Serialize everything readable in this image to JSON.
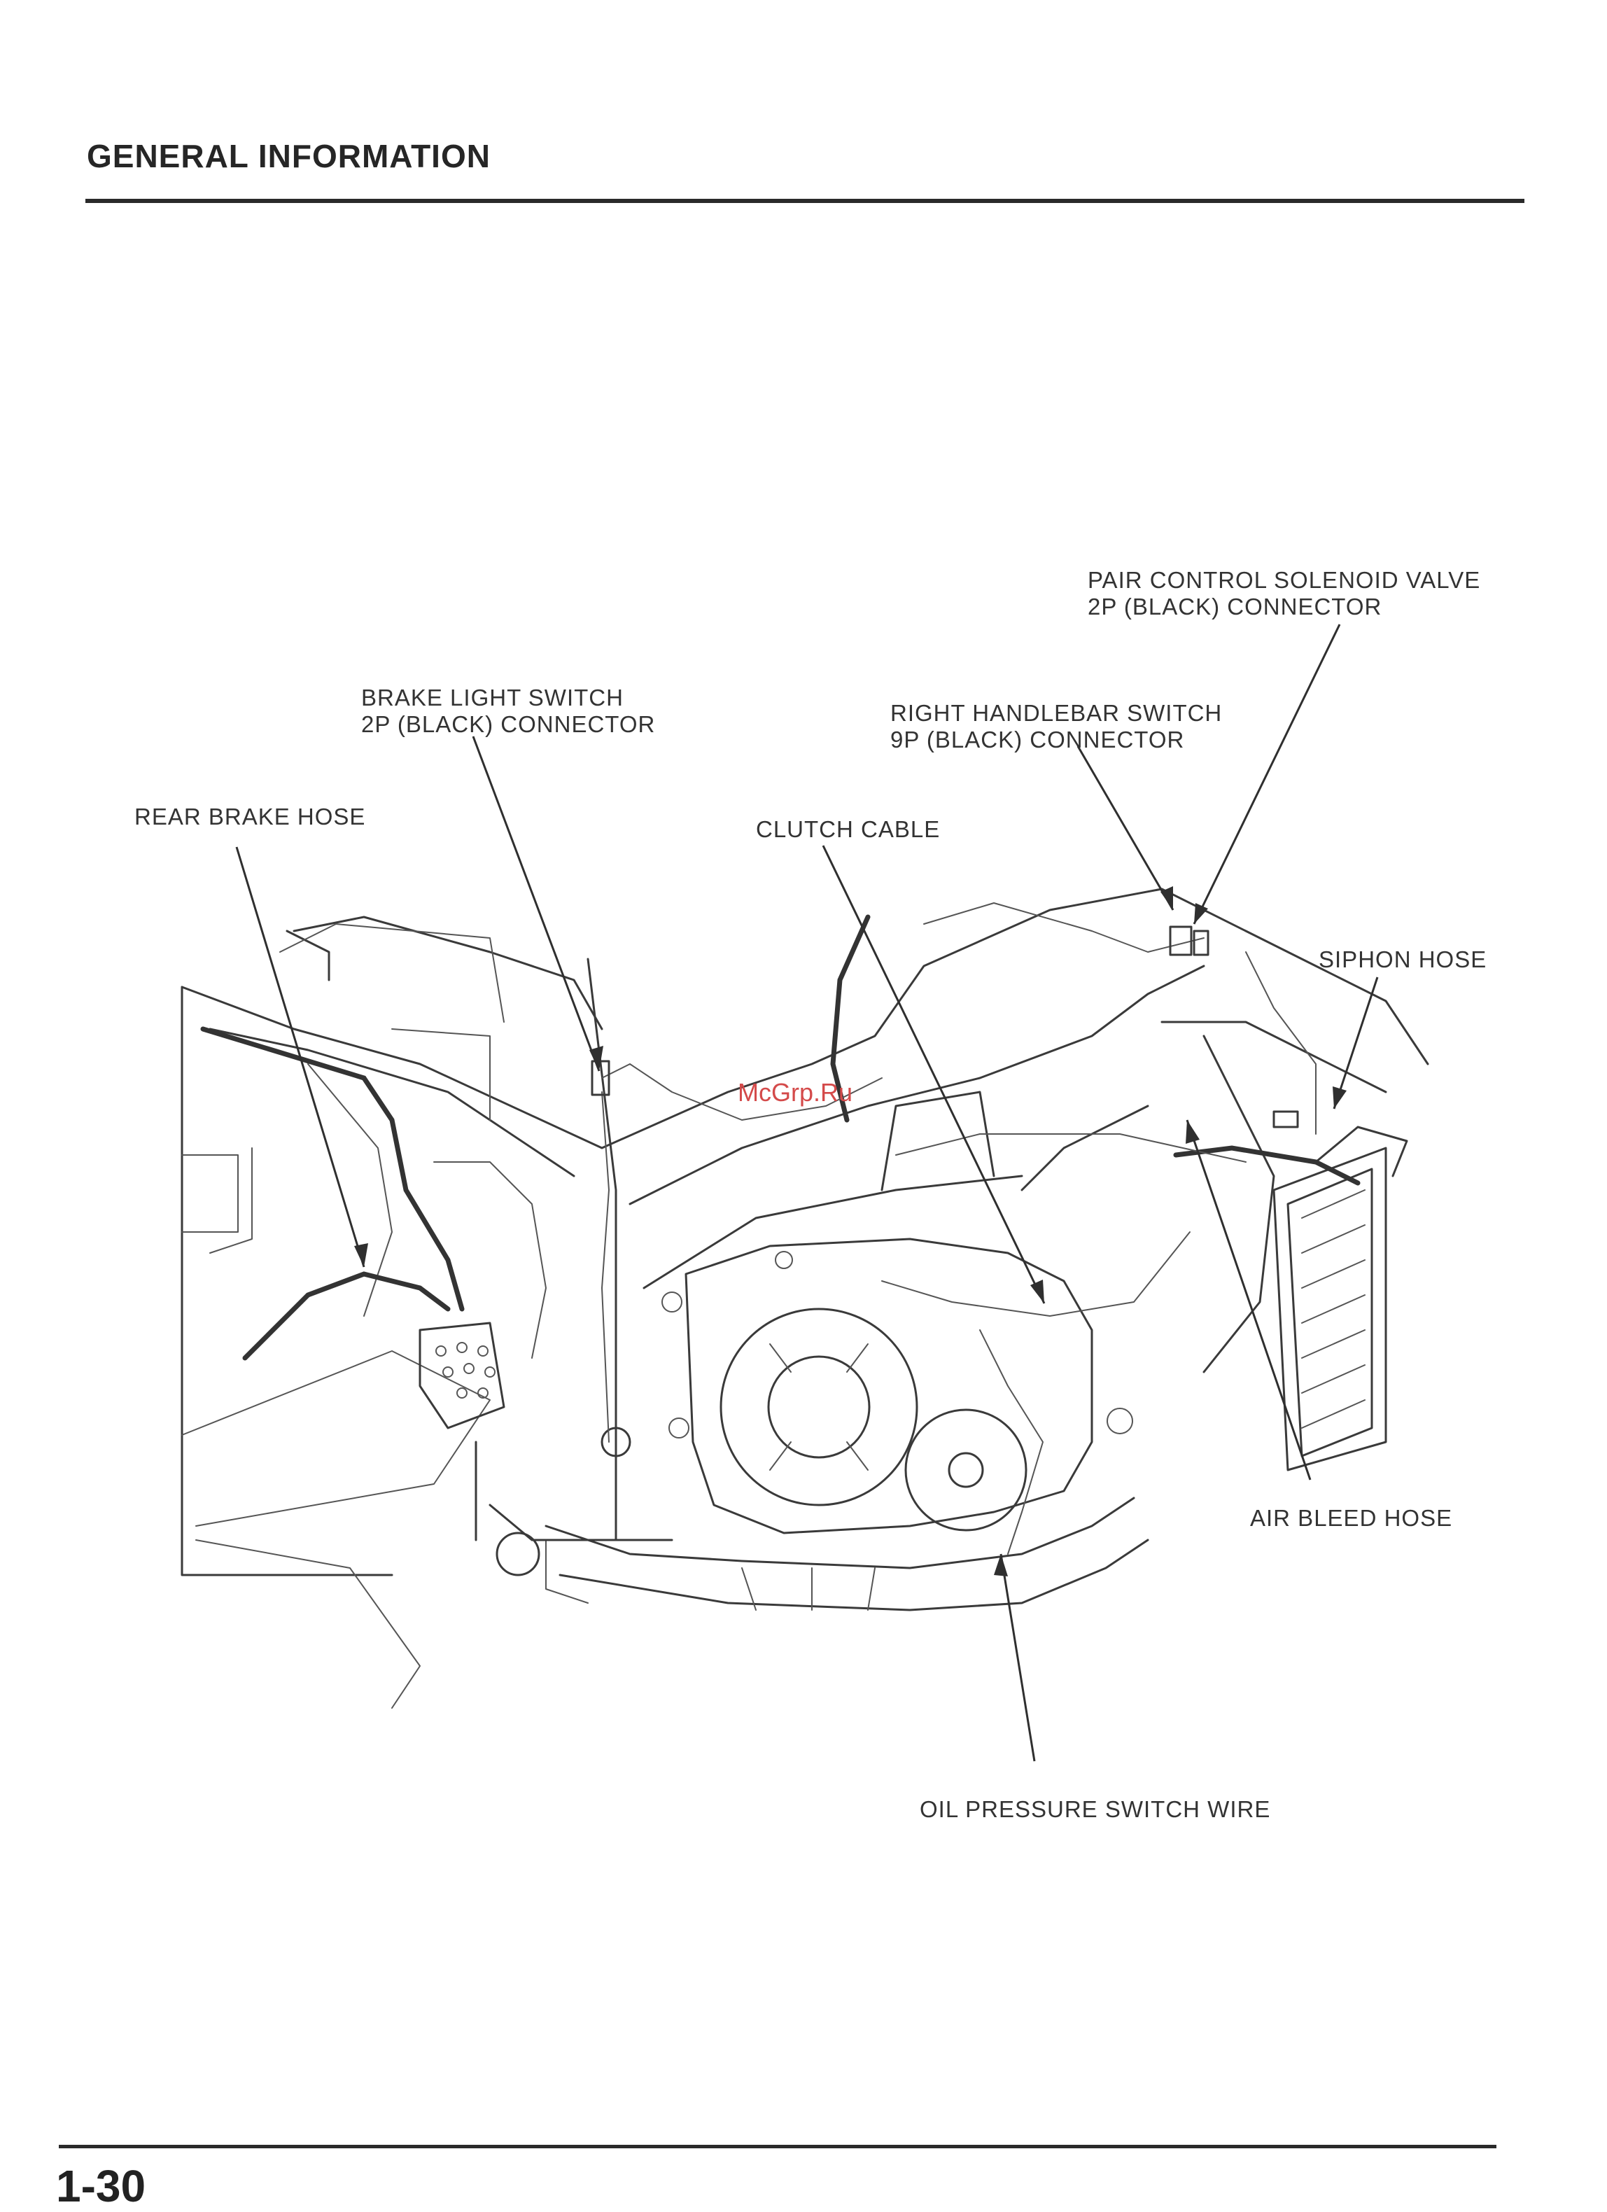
{
  "header": {
    "title": "GENERAL INFORMATION"
  },
  "footer": {
    "page_number": "1-30"
  },
  "watermark": "McGrp.Ru",
  "callouts": {
    "pair_control_line1": "PAIR CONTROL SOLENOID VALVE",
    "pair_control_line2": "2P (BLACK) CONNECTOR",
    "brake_light_line1": "BRAKE LIGHT SWITCH",
    "brake_light_line2": "2P (BLACK) CONNECTOR",
    "right_handlebar_line1": "RIGHT HANDLEBAR SWITCH",
    "right_handlebar_line2": "9P (BLACK) CONNECTOR",
    "rear_brake_hose": "REAR BRAKE HOSE",
    "clutch_cable": "CLUTCH CABLE",
    "siphon_hose": "SIPHON HOSE",
    "air_bleed_hose": "AIR BLEED HOSE",
    "oil_pressure_switch_wire": "OIL PRESSURE SWITCH WIRE"
  }
}
